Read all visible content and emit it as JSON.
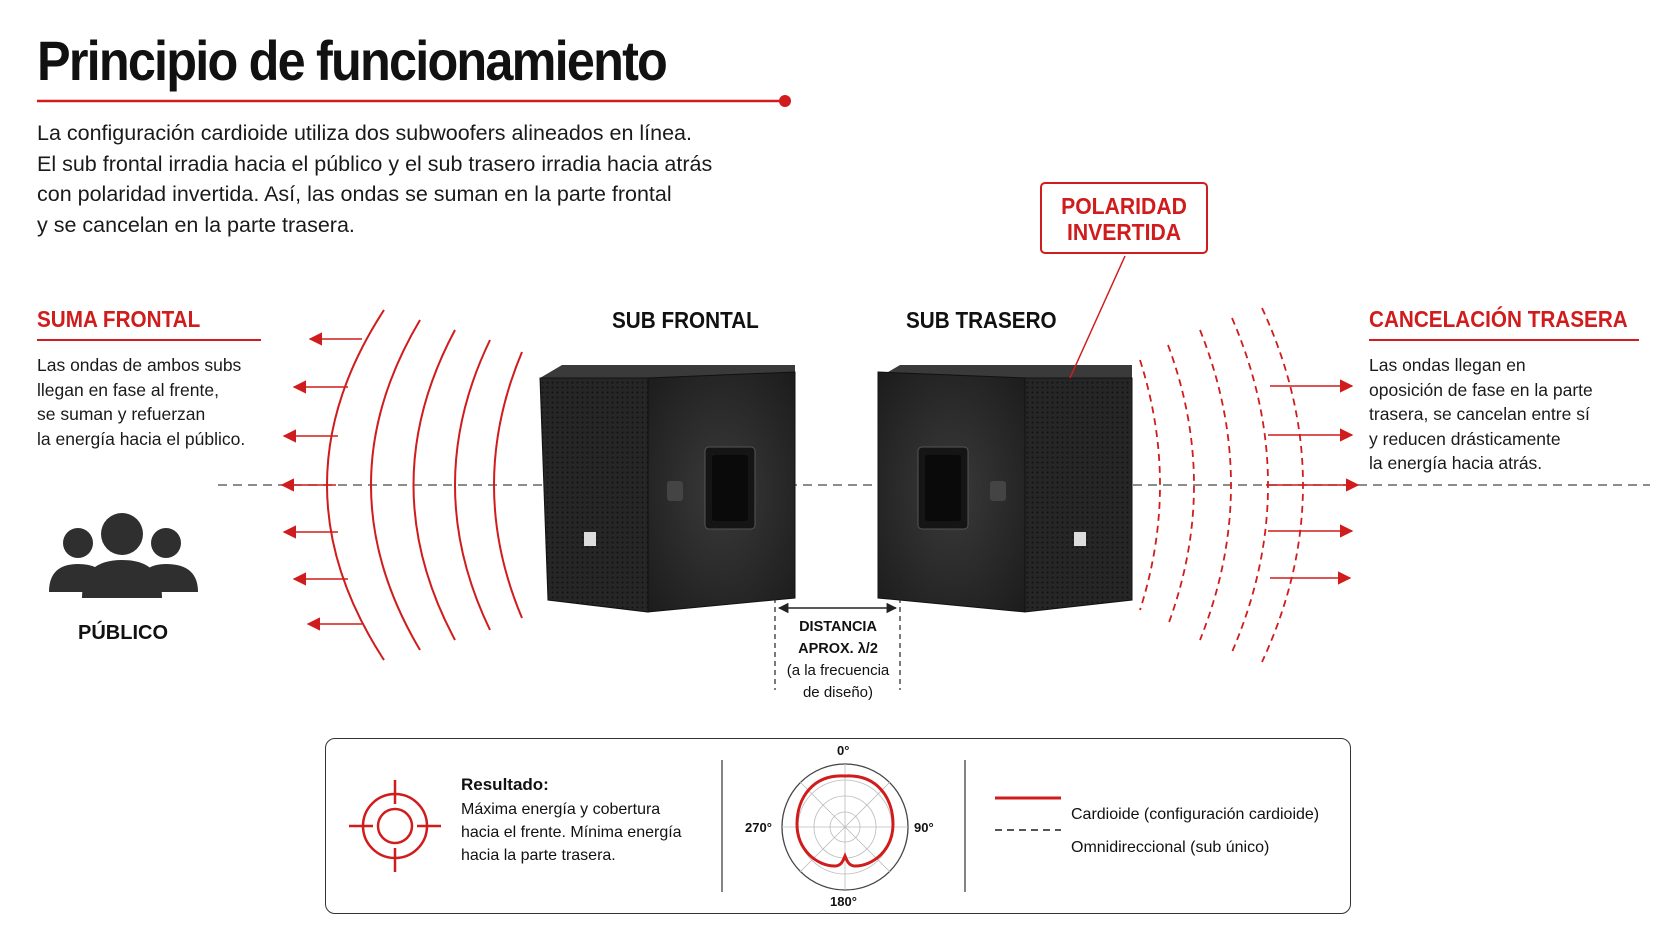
{
  "title": "Principio de funcionamiento",
  "intro": [
    "La configuración cardioide utiliza dos subwoofers alineados en línea.",
    "El sub frontal irradia hacia el público y el sub trasero irradia hacia atrás",
    "con polaridad invertida. Así, las ondas se suman en la parte frontal",
    "y se cancelan en la parte trasera."
  ],
  "left": {
    "heading": "SUMA FRONTAL",
    "text": [
      "Las ondas de ambos subs",
      "llegan en fase al frente,",
      "se suman y refuerzan",
      "la energía hacia el público."
    ],
    "audience_label": "PÚBLICO"
  },
  "right": {
    "heading": "CANCELACIÓN TRASERA",
    "text": [
      "Las ondas llegan en",
      "oposición de fase en la parte",
      "trasera, se cancelan entre sí",
      "y reducen drásticamente",
      "la energía hacia atrás."
    ]
  },
  "subs": {
    "front_label": "SUB FRONTAL",
    "rear_label": "SUB TRASERO"
  },
  "polarity": [
    "POLARIDAD",
    "INVERTIDA"
  ],
  "distance": {
    "line1": "DISTANCIA",
    "line2": "APROX. λ/2",
    "line3": "(a la frecuencia",
    "line4": "de diseño)"
  },
  "result": {
    "title": "Resultado:",
    "text": [
      "Máxima energía y cobertura",
      "hacia el frente. Mínima energía",
      "hacia la parte trasera."
    ]
  },
  "polar": {
    "top": "0°",
    "right": "90°",
    "bottom": "180°",
    "left": "270°"
  },
  "legend": {
    "solid": "Cardioide (configuración cardioide)",
    "dashed": "Omnidireccional (sub único)"
  },
  "colors": {
    "accent": "#d01c1c",
    "text": "#1a1a1a",
    "speaker": "#2b2b2b"
  },
  "icons": [
    "people-icon",
    "target-icon",
    "arrow-left-icon",
    "arrow-right-icon",
    "polar-pattern-icon"
  ]
}
